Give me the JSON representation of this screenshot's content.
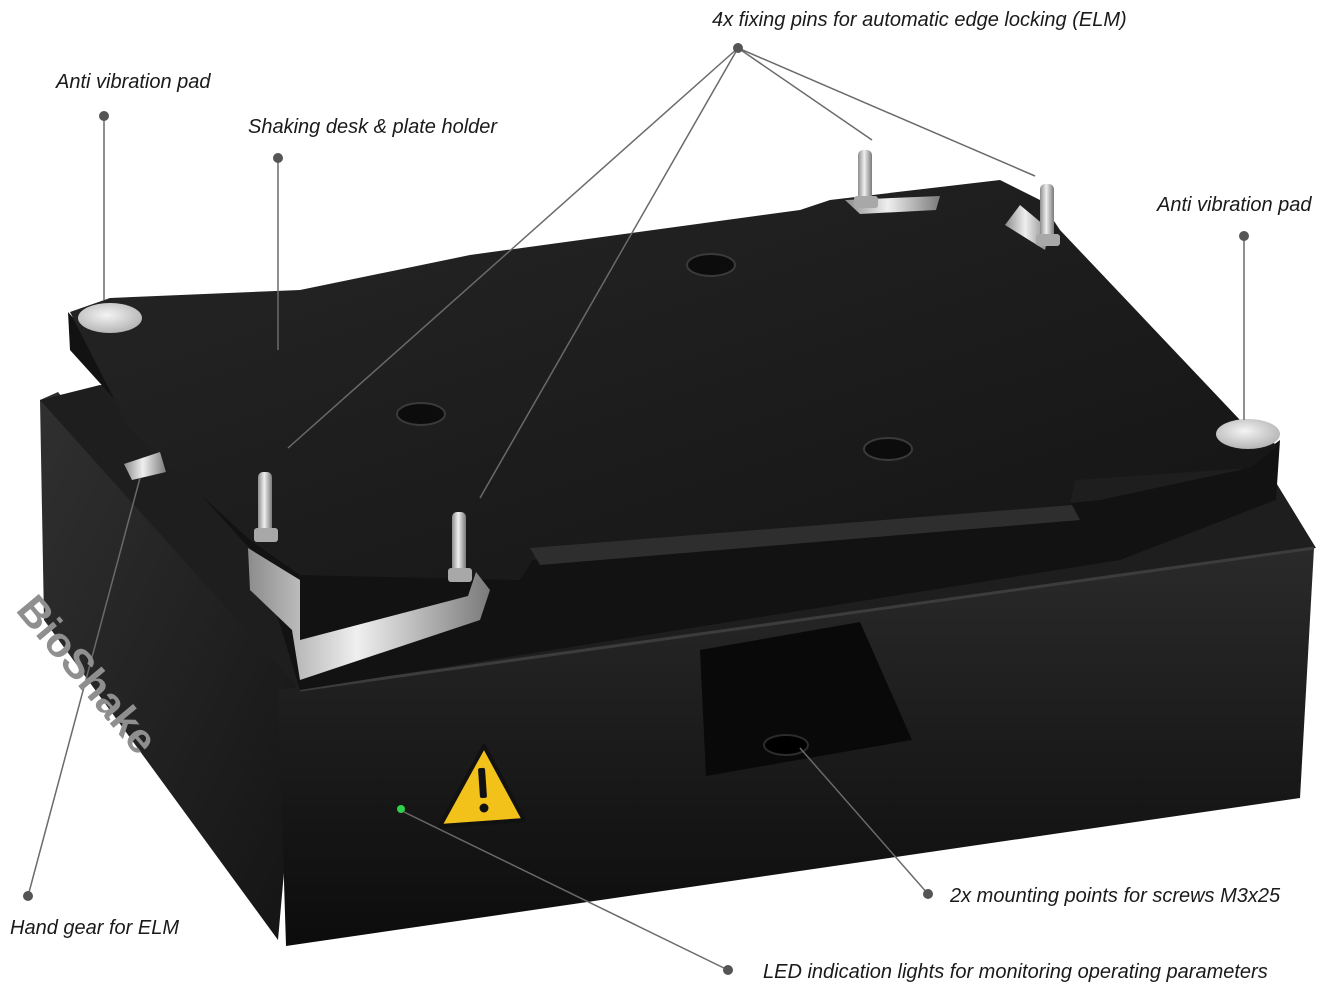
{
  "product": {
    "brand_text": "BioShake",
    "warning_icon": "warning-triangle-icon",
    "colors": {
      "body": "#141414",
      "top": "#1c1c1c",
      "metal": "#c9c9c9",
      "pad": "#dcdcdc",
      "warning": "#f2c21b",
      "led": "#2fd14a",
      "leader": "#6a6a6a"
    }
  },
  "callouts": {
    "fixing_pins": "4x fixing pins for automatic edge locking (ELM)",
    "anti_vibration_pad_left": "Anti vibration pad",
    "shaking_desk": "Shaking desk & plate holder",
    "anti_vibration_pad_right": "Anti vibration pad",
    "hand_gear": "Hand gear for ELM",
    "mounting_points": "2x mounting points for screws M3x25",
    "led_lights": "LED indication lights for monitoring operating parameters"
  }
}
